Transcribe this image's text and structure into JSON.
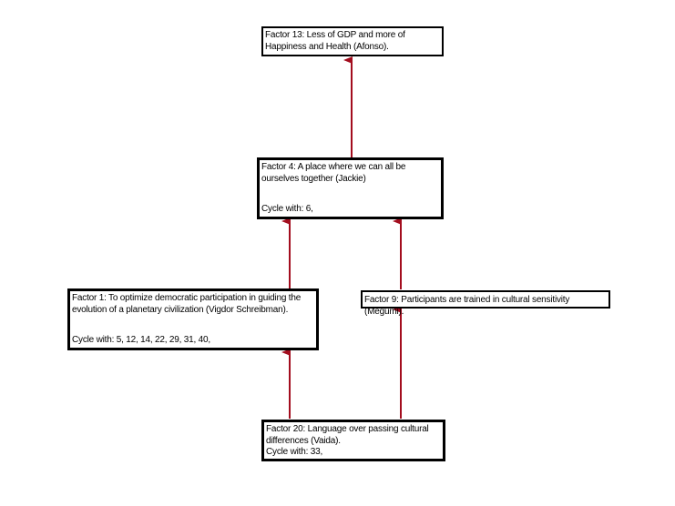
{
  "arrow_color": "#a30d1e",
  "nodes": {
    "f13": {
      "title": "Factor 13: Less of GDP and more of Happiness and Health (Afonso)."
    },
    "f4": {
      "title": "Factor 4: A place where we can all be ourselves together (Jackie)",
      "cycle": "Cycle with: 6,"
    },
    "f1": {
      "title": "Factor 1: To optimize democratic participation in guiding the evolution of a planetary civilization (Vigdor Schreibman).",
      "cycle": "Cycle with: 5, 12, 14, 22, 29, 31, 40,"
    },
    "f9": {
      "title": "Factor 9: Participants are trained in cultural sensitivity (Megumi)."
    },
    "f20": {
      "title": "Factor 20: Language over passing cultural differences (Vaida).",
      "cycle": "Cycle with: 33,"
    }
  }
}
